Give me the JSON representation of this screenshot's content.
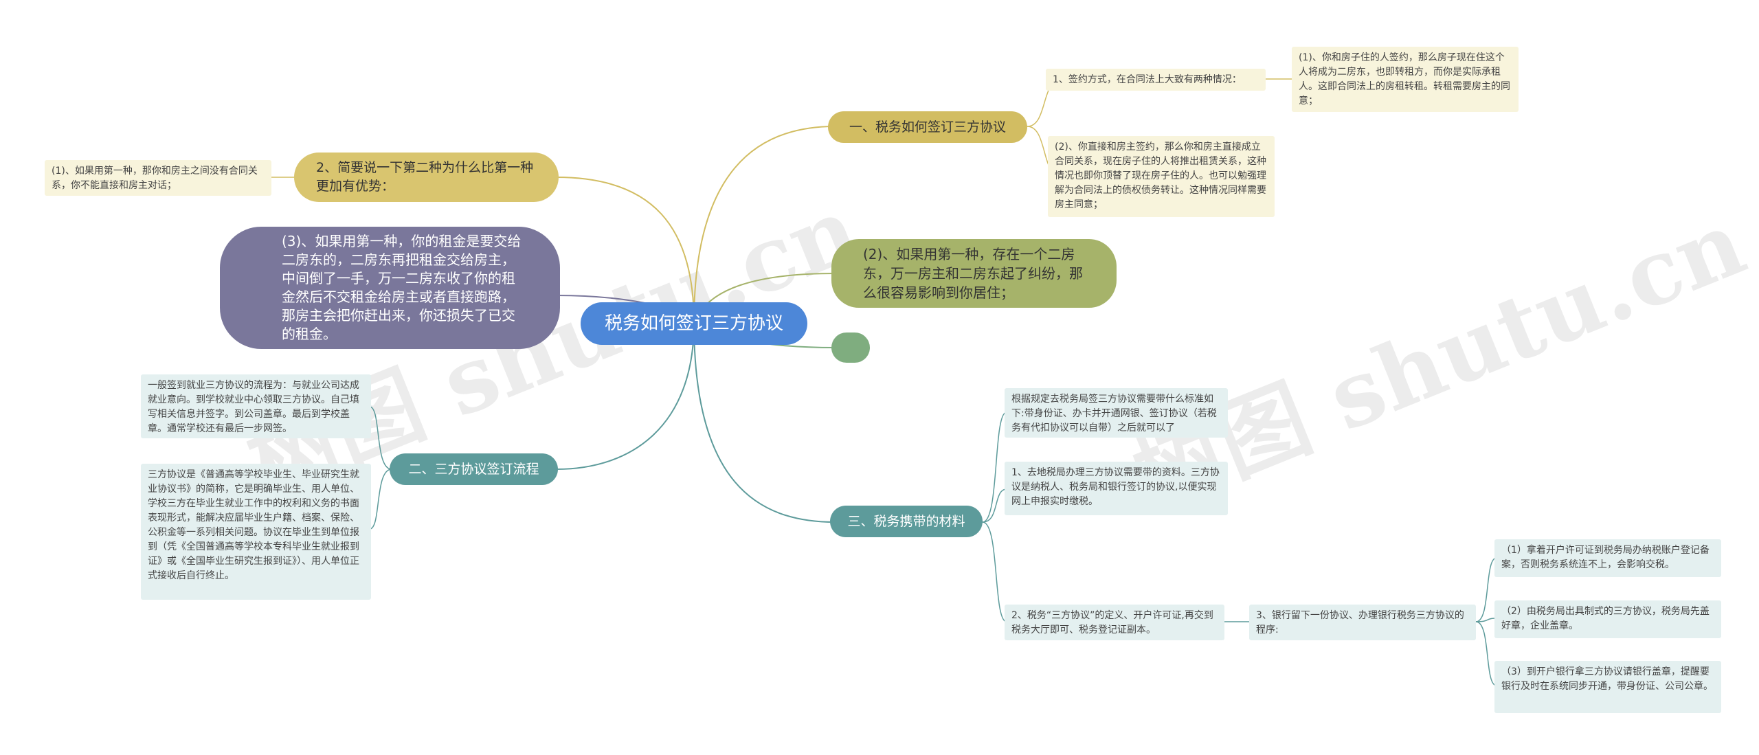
{
  "watermark": "树图 shutu.cn",
  "root": {
    "label": "税务如何签订三方协议"
  },
  "branch1": {
    "label": "一、税务如何签订三方协议",
    "sub1": {
      "label": "1、签约方式，在合同法上大致有两种情况：",
      "detail": "(1)、你和房子住的人签约，那么房子现在住这个人将成为二房东，也即转租方，而你是实际承租人。这即合同法上的房租转租。转租需要房主的同意；"
    },
    "sub2": {
      "label": "(2)、你直接和房主签约，那么你和房主直接成立合同关系，现在房子住的人将推出租赁关系，这种情况也即你顶替了现在房子住的人。也可以勉强理解为合同法上的债权债务转让。这种情况同样需要房主同意；"
    }
  },
  "branch2": {
    "label": "2、简要说一下第二种为什么比第一种更加有优势：",
    "detail": "(1)、如果用第一种，那你和房主之间没有合同关系，你不能直接和房主对话；"
  },
  "branch3": {
    "label": "(3)、如果用第一种，你的租金是要交给二房东的，二房东再把租金交给房主，中间倒了一手，万一二房东收了你的租金然后不交租金给房主或者直接跑路，那房主会把你赶出来，你还损失了已交的租金。"
  },
  "branch4": {
    "label": "(2)、如果用第一种，存在一个二房东，万一房主和二房东起了纠纷，那么很容易影响到你居住；"
  },
  "branch5": {
    "label": ""
  },
  "branch6": {
    "label": "二、三方协议签订流程",
    "leaf1": "一般签到就业三方协议的流程为：与就业公司达成就业意向。到学校就业中心领取三方协议。自己填写相关信息并签字。到公司盖章。最后到学校盖章。通常学校还有最后一步网签。",
    "leaf2": "三方协议是《普通高等学校毕业生、毕业研究生就业协议书》的简称，它是明确毕业生、用人单位、学校三方在毕业生就业工作中的权利和义务的书面表现形式，能解决应届毕业生户籍、档案、保险、公积金等一系列相关问题。协议在毕业生到单位报到（凭《全国普通高等学校本专科毕业生就业报到证》或《全国毕业生研究生报到证》）、用人单位正式接收后自行终止。"
  },
  "branch7": {
    "label": "三、税务携带的材料",
    "leaf1": "根据规定去税务局签三方协议需要带什么标准如下:带身份证、办卡并开通网银、签订协议（若税务有代扣协议可以自带）之后就可以了",
    "leaf2": "1、去地税局办理三方协议需要带的资料。三方协议是纳税人、税务局和银行签订的协议,以便实现网上申报实时缴税。",
    "leaf3": "2、税务“三方协议”的定义、开户许可证,再交到税务大厅即可、税务登记证副本。",
    "leaf4": {
      "label": "3、银行留下一份协议、办理银行税务三方协议的程序:",
      "step1": "（1）拿着开户许可证到税务局办纳税账户登记备案，否则税务系统连不上，会影响交税。",
      "step2": "（2）由税务局出具制式的三方协议，税务局先盖好章，企业盖章。",
      "step3": "（3）到开户银行拿三方协议请银行盖章，提醒要银行及时在系统同步开通，带身份证、公司公章。"
    }
  },
  "colors": {
    "root": "#4d87d8",
    "gold": "#d2bd62",
    "olive": "#a6b36a",
    "purple": "#7a779b",
    "green": "#7fad7f",
    "teal": "#5d9b9b",
    "leaf_beige": "#f8f4dc",
    "leaf_teal": "#e4f0f0"
  }
}
